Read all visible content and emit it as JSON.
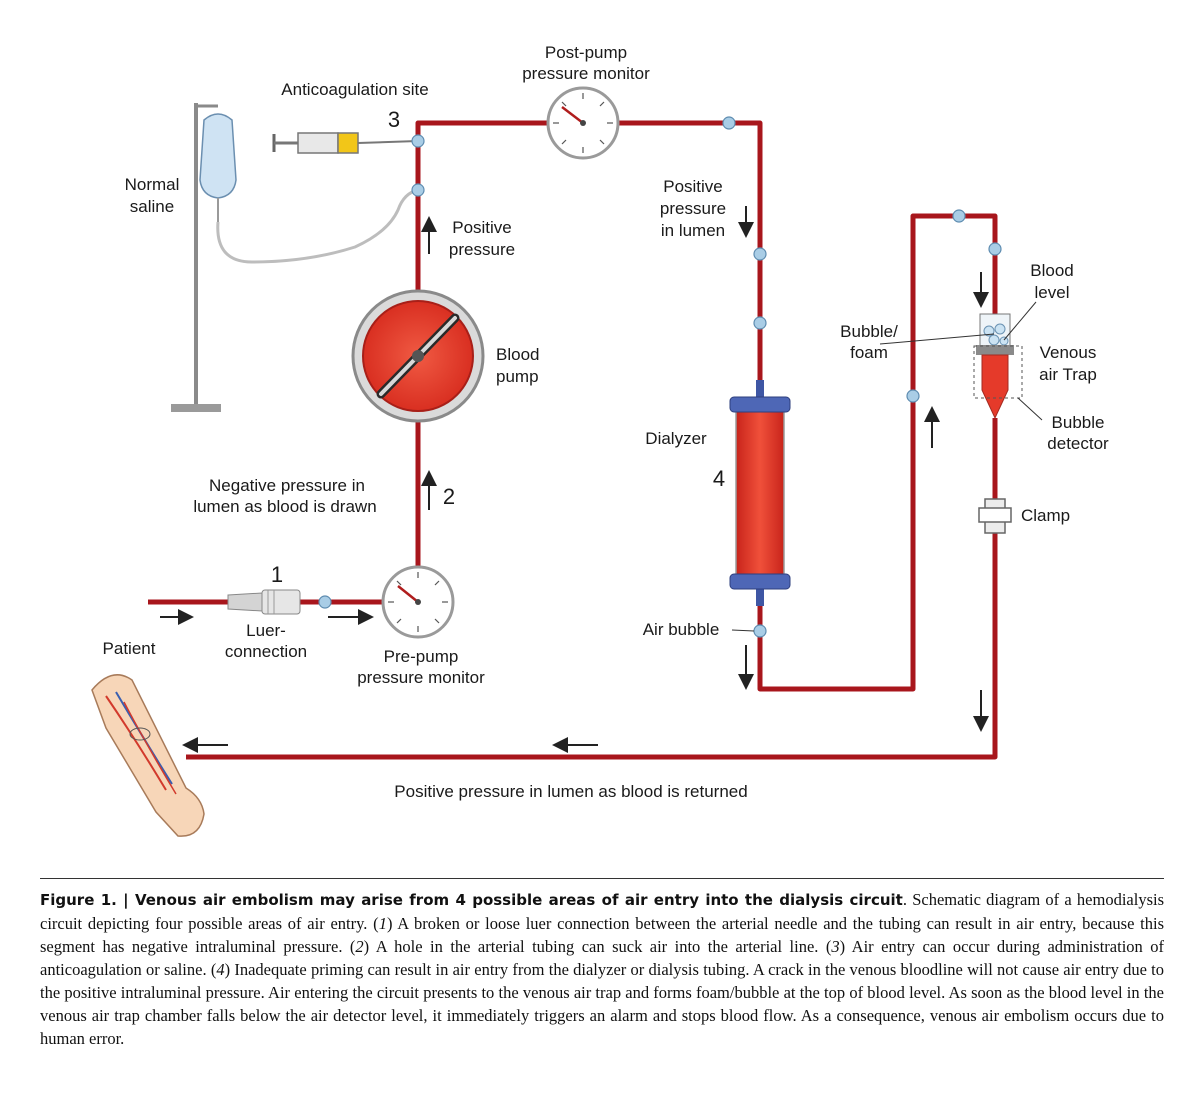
{
  "diagram": {
    "labels": {
      "post_pump_1": "Post-pump",
      "post_pump_2": "pressure monitor",
      "anticoag": "Anticoagulation site",
      "num3": "3",
      "normal_1": "Normal",
      "normal_2": "saline",
      "pos_pressure_1": "Positive",
      "pos_pressure_2": "pressure",
      "pos_lumen_1": "Positive",
      "pos_lumen_2": "pressure",
      "pos_lumen_3": "in lumen",
      "blood_pump_1": "Blood",
      "blood_pump_2": "pump",
      "bubble_foam_1": "Bubble/",
      "bubble_foam_2": "foam",
      "blood_level_1": "Blood",
      "blood_level_2": "level",
      "venous_trap_1": "Venous",
      "venous_trap_2": "air Trap",
      "bubble_det_1": "Bubble",
      "bubble_det_2": "detector",
      "dialyzer": "Dialyzer",
      "num4": "4",
      "neg_pressure_1": "Negative pressure in",
      "neg_pressure_2": "lumen as blood is drawn",
      "num2": "2",
      "clamp": "Clamp",
      "num1": "1",
      "luer_1": "Luer-",
      "luer_2": "connection",
      "patient": "Patient",
      "pre_pump_1": "Pre-pump",
      "pre_pump_2": "pressure monitor",
      "air_bubble": "Air bubble",
      "returned": "Positive pressure in lumen as blood is returned"
    },
    "colors": {
      "tube": "#a8161c",
      "blood": "#e03a2c",
      "connector": "#a9cde6"
    }
  },
  "caption": {
    "label": "Figure 1. | Venous air embolism may arise from 4 possible areas of air entry into the dialysis circuit",
    "sentence_1": "Schematic diagram of a hemodialysis circuit depicting four possible areas of air entry. (",
    "n1": "1",
    "text_1": ") A broken or loose luer connection between the arterial needle and the tubing can result in air entry, because this segment has negative intraluminal pressure. (",
    "n2": "2",
    "text_2": ") A hole in the arterial tubing can suck air into the arterial line. (",
    "n3": "3",
    "text_3": ") Air entry can occur during administration of anticoagulation or saline. (",
    "n4": "4",
    "text_4": ") Inadequate priming can result in air entry from the dialyzer or dialysis tubing. A crack in the venous bloodline will not cause air entry due to the positive intraluminal pressure. Air entering the circuit presents to the venous air trap and forms foam/bubble at the top of blood level. As soon as the blood level in the venous air trap chamber falls below the air detector level, it immediately triggers an alarm and stops blood flow. As a consequence, venous air embolism occurs due to human error."
  }
}
